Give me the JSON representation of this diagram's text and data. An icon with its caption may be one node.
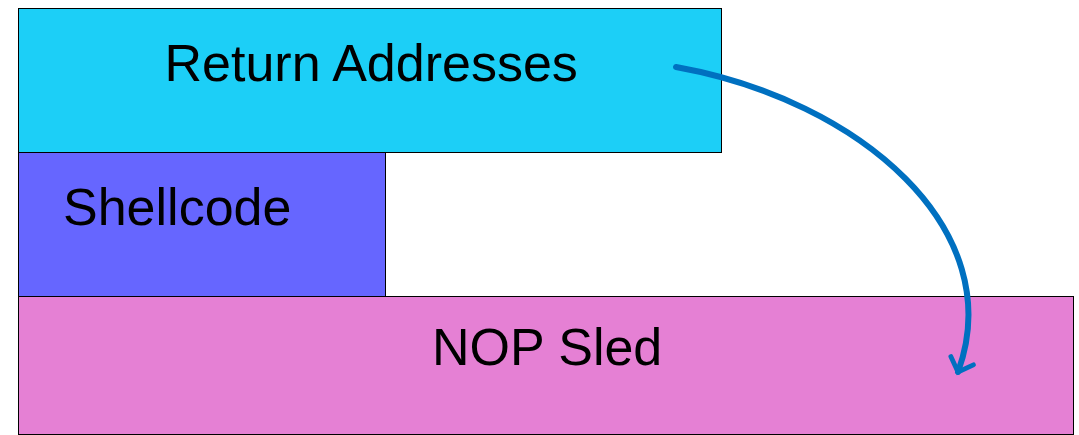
{
  "diagram": {
    "nodes": [
      {
        "text": [
          "Return Addresses"
        ]
      },
      {
        "text": [
          "Shellcode"
        ]
      },
      {
        "text": [
          "NOP Sled"
        ]
      }
    ],
    "edges": [
      {
        "from": 0,
        "to": 2,
        "arrow": "to"
      }
    ]
  }
}
